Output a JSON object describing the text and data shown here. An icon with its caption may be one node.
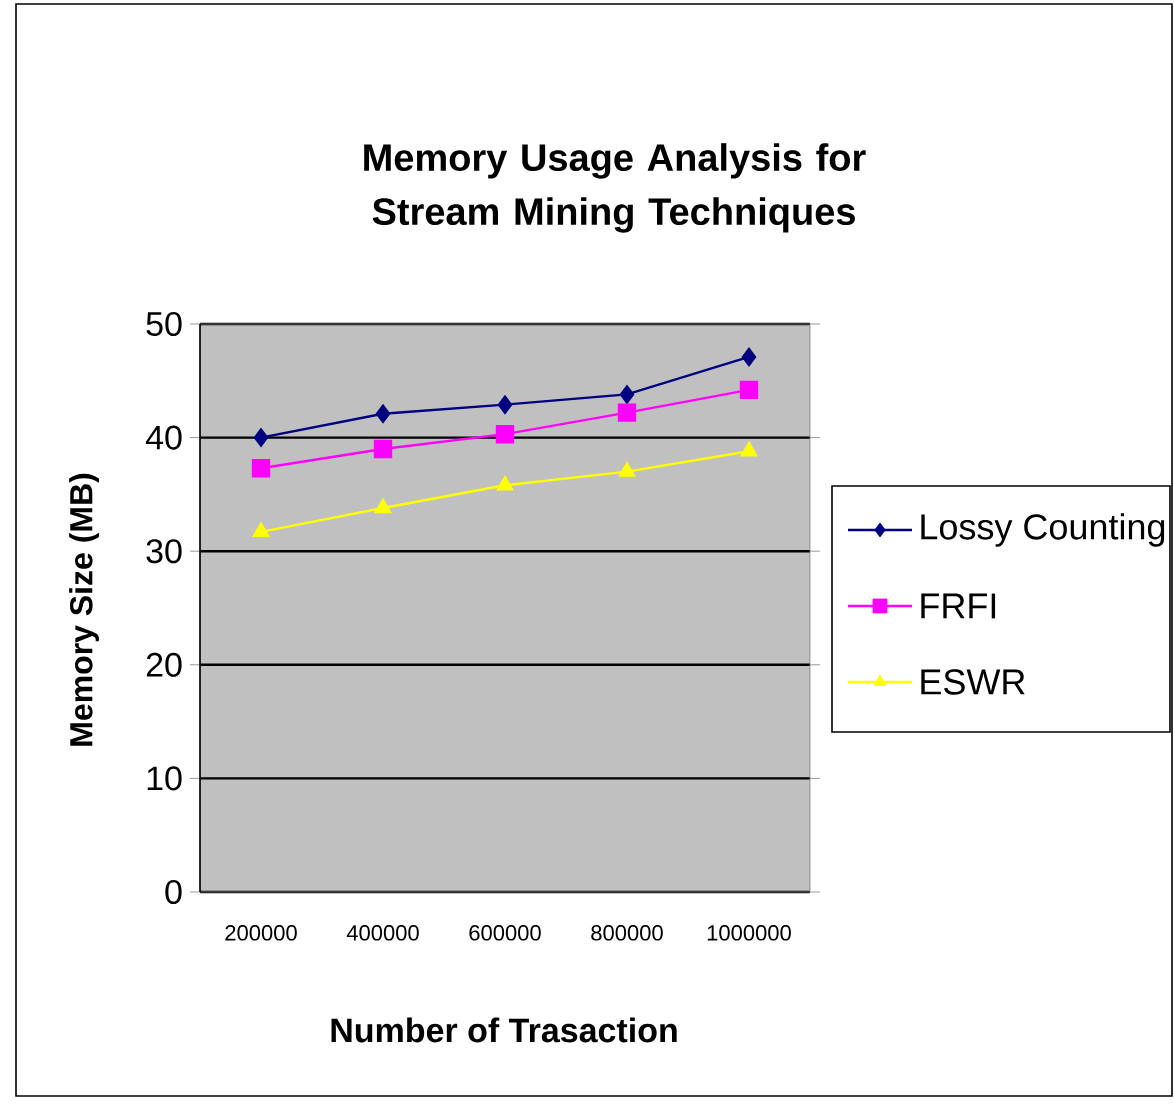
{
  "diagram": {
    "chart_data": {
      "type": "line",
      "title": "Memory Usage Analysis for Stream Mining Techniques",
      "xlabel": "Number of Trasaction",
      "ylabel": "Memory Size (MB)",
      "categories": [
        "200000",
        "400000",
        "600000",
        "800000",
        "1000000"
      ],
      "series": [
        {
          "name": "Lossy Counting",
          "color": "#000080",
          "marker": "diamond",
          "values": [
            40,
            42.1,
            42.9,
            43.8,
            47.1
          ]
        },
        {
          "name": "FRFI",
          "color": "#ff00ff",
          "marker": "square",
          "values": [
            37.3,
            39,
            40.3,
            42.2,
            44.2
          ]
        },
        {
          "name": "ESWR",
          "color": "#ffff00",
          "marker": "triangle",
          "values": [
            31.7,
            33.8,
            35.8,
            37,
            38.8
          ]
        }
      ],
      "grid": "y",
      "legend": "right",
      "ylim": [
        0,
        50
      ],
      "yticks": [
        0,
        10,
        20,
        30,
        40,
        50
      ]
    }
  }
}
